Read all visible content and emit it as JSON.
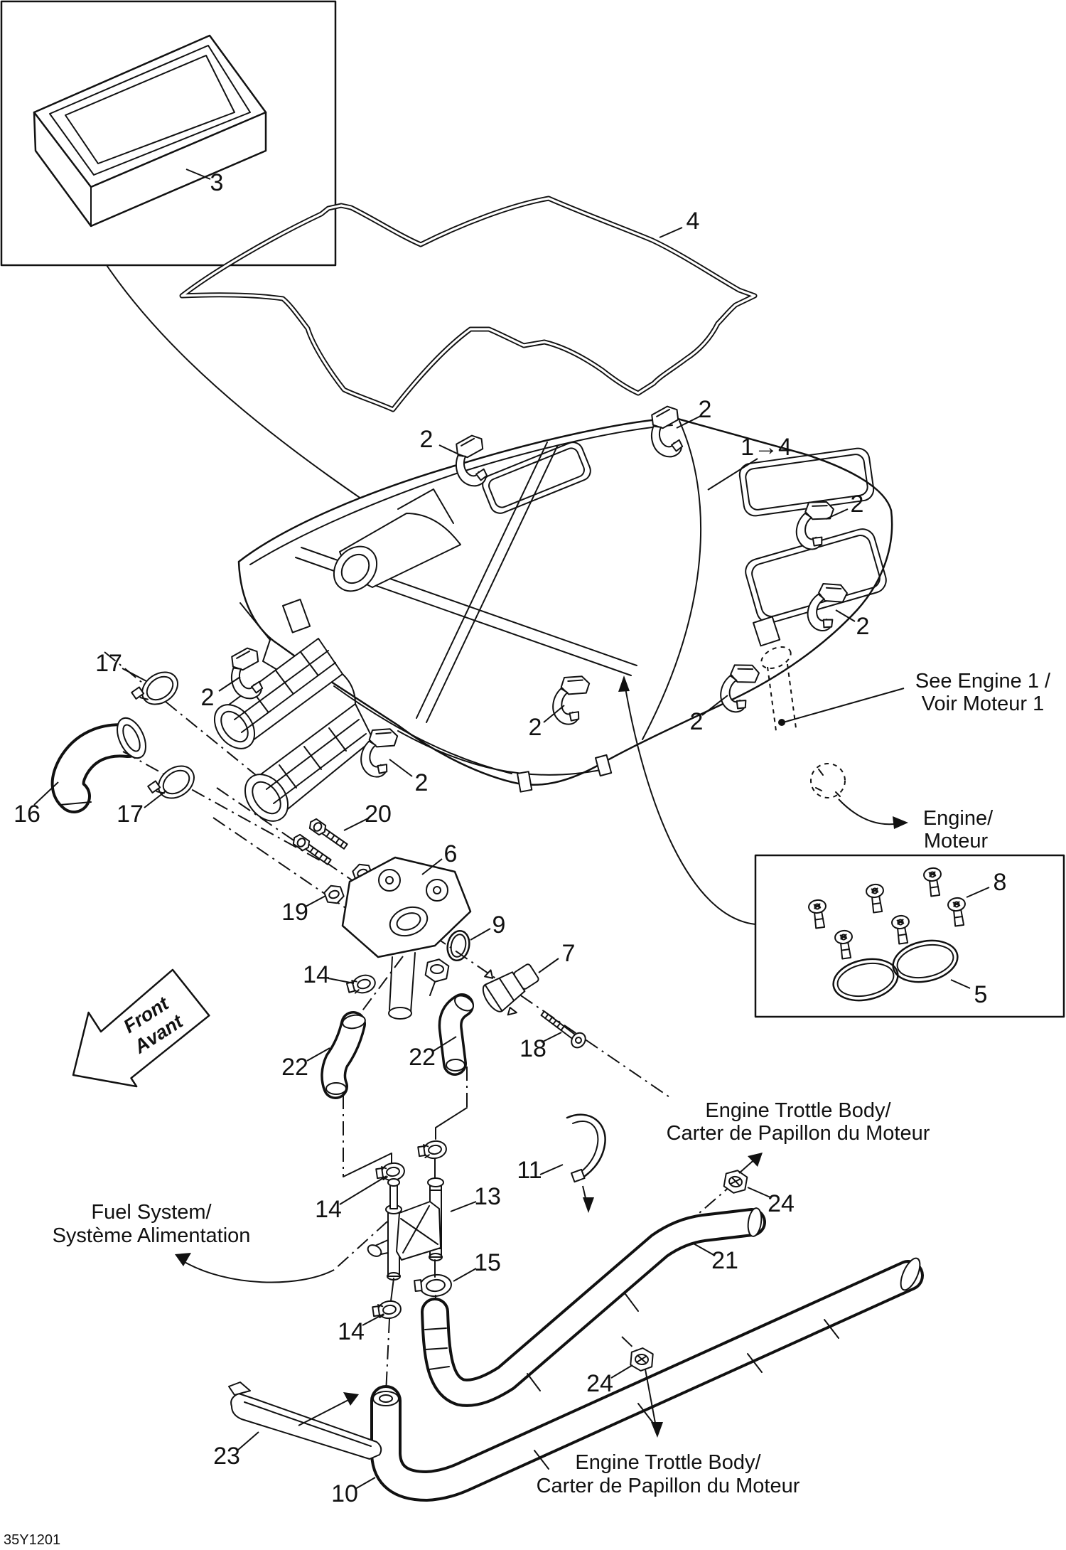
{
  "sheet_code": "35Y1201",
  "parts": {
    "p2": "2",
    "p3": "3",
    "p4": "4",
    "p5": "5",
    "p6": "6",
    "p7": "7",
    "p8": "8",
    "p9": "9",
    "p10": "10",
    "p11": "11",
    "p13": "13",
    "p14": "14",
    "p15": "15",
    "p16": "16",
    "p17": "17",
    "p18": "18",
    "p19": "19",
    "p20": "20",
    "p21": "21",
    "p22": "22",
    "p23": "23",
    "p24": "24",
    "range": "1→4"
  },
  "annotations": {
    "see_engine": {
      "line1": "See Engine 1 /",
      "line2": "Voir Moteur 1"
    },
    "engine": {
      "line1": "Engine/",
      "line2": "Moteur"
    },
    "fuel_system": {
      "line1": "Fuel System/",
      "line2": "Système Alimentation"
    },
    "throttle_body": {
      "line1": "Engine Trottle Body/",
      "line2": "Carter de Papillon du Moteur"
    },
    "front_arrow": {
      "line1": "Front",
      "line2": "Avant"
    }
  }
}
